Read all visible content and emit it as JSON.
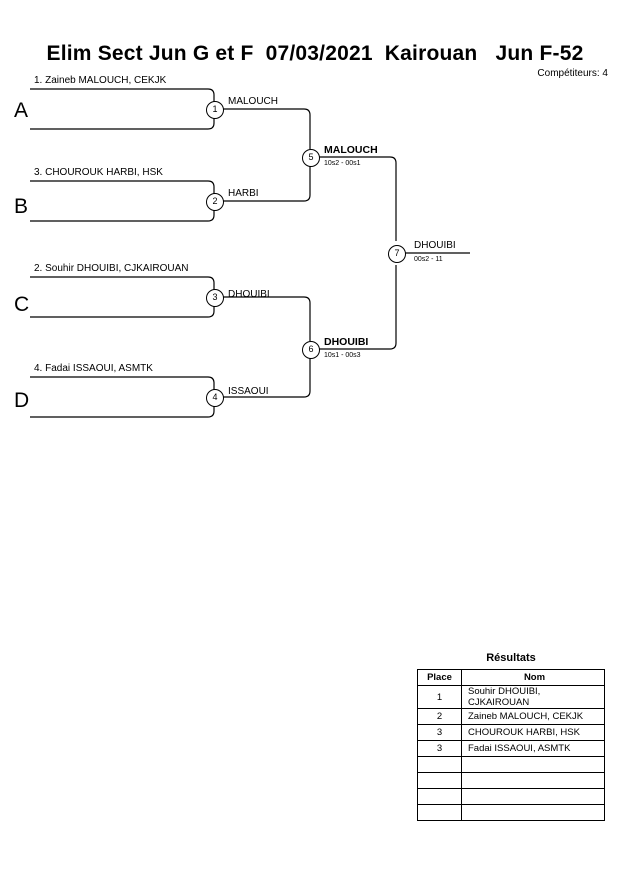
{
  "header": {
    "title": "Elim Sect Jun G et F  07/03/2021  Kairouan   Jun F-52",
    "competitors_label": "Compétiteurs: 4"
  },
  "bracket": {
    "pools": [
      {
        "letter": "A",
        "seed_label": "1. Zaineb MALOUCH, CEKJK"
      },
      {
        "letter": "B",
        "seed_label": "3. CHOUROUK HARBI, HSK"
      },
      {
        "letter": "C",
        "seed_label": "2. Souhir DHOUIBI, CJKAIROUAN"
      },
      {
        "letter": "D",
        "seed_label": "4. Fadai ISSAOUI, ASMTK"
      }
    ],
    "matches": [
      {
        "number": "1",
        "winner": "MALOUCH",
        "score": ""
      },
      {
        "number": "2",
        "winner": "HARBI",
        "score": ""
      },
      {
        "number": "3",
        "winner": "DHOUIBI",
        "score": ""
      },
      {
        "number": "4",
        "winner": "ISSAOUI",
        "score": ""
      },
      {
        "number": "5",
        "winner": "MALOUCH",
        "score": "10s2 - 00s1"
      },
      {
        "number": "6",
        "winner": "DHOUIBI",
        "score": "10s1 - 00s3"
      },
      {
        "number": "7",
        "winner": "DHOUIBI",
        "score": "00s2 - 11"
      }
    ]
  },
  "results": {
    "title": "Résultats",
    "columns": [
      "Place",
      "Nom"
    ],
    "rows": [
      {
        "place": "1",
        "name": "Souhir DHOUIBI, CJKAIROUAN"
      },
      {
        "place": "2",
        "name": "Zaineb MALOUCH, CEKJK"
      },
      {
        "place": "3",
        "name": "CHOUROUK HARBI, HSK"
      },
      {
        "place": "3",
        "name": "Fadai ISSAOUI, ASMTK"
      }
    ],
    "empty_row_count": 4
  }
}
